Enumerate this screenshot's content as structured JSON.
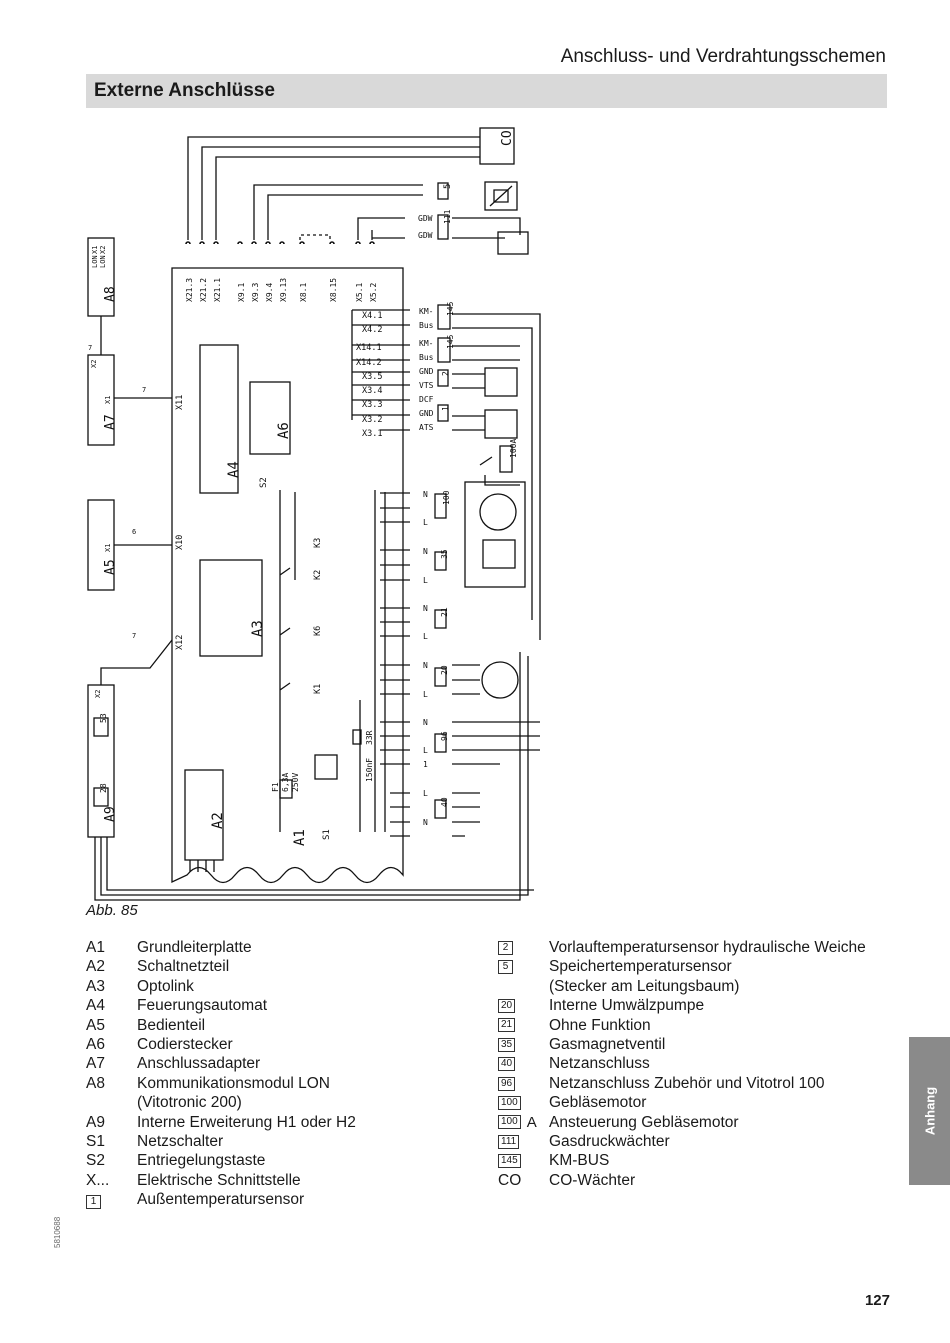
{
  "header": {
    "title": "Anschluss- und Verdrahtungsschemen"
  },
  "section": {
    "title": "Externe Anschlüsse"
  },
  "figure": {
    "caption": "Abb. 85",
    "modules": {
      "a1": "A1",
      "a2": "A2",
      "a3": "A3",
      "a4": "A4",
      "a5": "A5",
      "a6": "A6",
      "a7": "A7",
      "a8": "A8",
      "a9": "A9"
    },
    "co_box": "CO",
    "s1": "S1",
    "s2": "S2",
    "x_top": [
      "X21.3",
      "X21.2",
      "X21.1",
      "X9.1",
      "X9.3",
      "X9.4",
      "X9.13",
      "X8.1",
      "X8.15",
      "X5.1",
      "X5.2"
    ],
    "x_right": [
      "X4.1",
      "X4.2",
      "X14.1",
      "X14.2",
      "X3.5",
      "X3.4",
      "X3.3",
      "X3.2",
      "X3.1"
    ],
    "x_inner": [
      "X11",
      "X10",
      "X12"
    ],
    "relays": [
      "K3",
      "K2",
      "K6",
      "K1"
    ],
    "pins": [
      "GDW",
      "GDW",
      "KM-",
      "Bus",
      "KM-",
      "Bus",
      "GND",
      "VTS",
      "DCF",
      "GND",
      "ATS"
    ],
    "plugs": [
      "5",
      "111",
      "145",
      "145",
      "2",
      "1",
      "100A",
      "100",
      "35",
      "21",
      "20",
      "96",
      "40",
      "53",
      "28"
    ],
    "fuse": [
      "F1",
      "6,3A",
      "250V"
    ],
    "rc": [
      "33R",
      "150nF"
    ],
    "a8_labels": [
      "LON",
      "LON",
      "X1",
      "X2"
    ],
    "a7_labels": [
      "X2",
      "X1",
      "7",
      "7"
    ],
    "a5_labels": [
      "X1",
      "6"
    ],
    "a9_labels": [
      "X2",
      "7"
    ],
    "terminals": [
      "N",
      "L",
      "1"
    ]
  },
  "legend_left": [
    {
      "code": "A1",
      "text": "Grundleiterplatte"
    },
    {
      "code": "A2",
      "text": "Schaltnetzteil"
    },
    {
      "code": "A3",
      "text": "Optolink"
    },
    {
      "code": "A4",
      "text": "Feuerungsautomat"
    },
    {
      "code": "A5",
      "text": "Bedienteil"
    },
    {
      "code": "A6",
      "text": "Codierstecker"
    },
    {
      "code": "A7",
      "text": "Anschlussadapter"
    },
    {
      "code": "A8",
      "text": "Kommunikationsmodul LON"
    },
    {
      "code": "",
      "text": "(Vitotronic 200)"
    },
    {
      "code": "A9",
      "text": "Interne Erweiterung H1 oder H2"
    },
    {
      "code": "S1",
      "text": "Netzschalter"
    },
    {
      "code": "S2",
      "text": "Entriegelungstaste"
    },
    {
      "code": "X...",
      "text": "Elektrische Schnittstelle"
    },
    {
      "code": "1",
      "boxed": true,
      "text": "Außentemperatursensor"
    }
  ],
  "legend_right": [
    {
      "code": "2",
      "text": "Vorlauftemperatursensor hydraulische Weiche"
    },
    {
      "code": "5",
      "text": "Speichertemperatursensor"
    },
    {
      "code": "",
      "text": "(Stecker am Leitungsbaum)"
    },
    {
      "code": "20",
      "text": "Interne Umwälzpumpe"
    },
    {
      "code": "21",
      "text": "Ohne Funktion"
    },
    {
      "code": "35",
      "text": "Gasmagnetventil"
    },
    {
      "code": "40",
      "text": "Netzanschluss"
    },
    {
      "code": "96",
      "text": "Netzanschluss Zubehör und Vitotrol 100"
    },
    {
      "code": "100",
      "text": "Gebläsemotor"
    },
    {
      "code": "100",
      "suffix": "A",
      "text": "Ansteuerung Gebläsemotor"
    },
    {
      "code": "111",
      "text": "Gasdruckwächter"
    },
    {
      "code": "145",
      "text": "KM-BUS"
    },
    {
      "code": "CO",
      "plain": true,
      "text": "CO-Wächter"
    }
  ],
  "side_tab": {
    "label": "Anhang"
  },
  "doc_number": "5810688",
  "page_number": "127"
}
